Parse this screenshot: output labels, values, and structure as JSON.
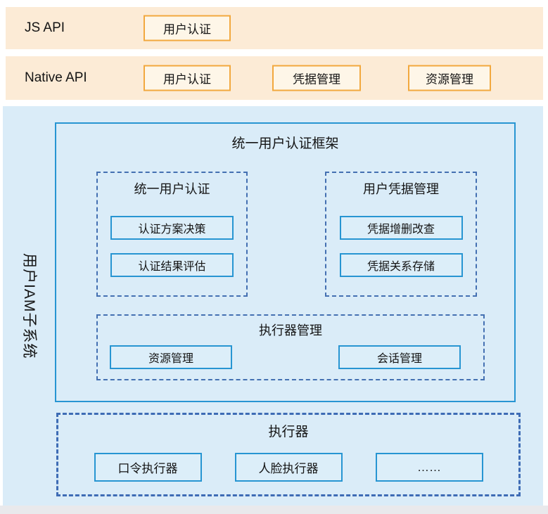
{
  "api_rows": [
    {
      "label": "JS API",
      "boxes": [
        "用户认证"
      ]
    },
    {
      "label": "Native API",
      "boxes": [
        "用户认证",
        "凭据管理",
        "资源管理"
      ]
    }
  ],
  "iam": {
    "label": "用户IAM子系统",
    "framework": {
      "title": "统一用户认证框架",
      "groups": [
        {
          "title": "统一用户认证",
          "items": [
            "认证方案决策",
            "认证结果评估"
          ]
        },
        {
          "title": "用户凭据管理",
          "items": [
            "凭据增删改查",
            "凭据关系存储"
          ]
        },
        {
          "title": "执行器管理",
          "items": [
            "资源管理",
            "会话管理"
          ]
        }
      ]
    },
    "executor": {
      "title": "执行器",
      "items": [
        "口令执行器",
        "人脸执行器",
        "……"
      ]
    }
  },
  "colors": {
    "api_row_bg": "#FCEBD6",
    "api_box_bg": "#FEF6E8",
    "api_box_border": "#F2A83E",
    "panel_bg": "#DAECF8",
    "solid_border": "#2795D2",
    "dashed_border": "#4470B2",
    "executor_border": "#3E6CB5",
    "footer_bg": "#E9E9EC"
  }
}
